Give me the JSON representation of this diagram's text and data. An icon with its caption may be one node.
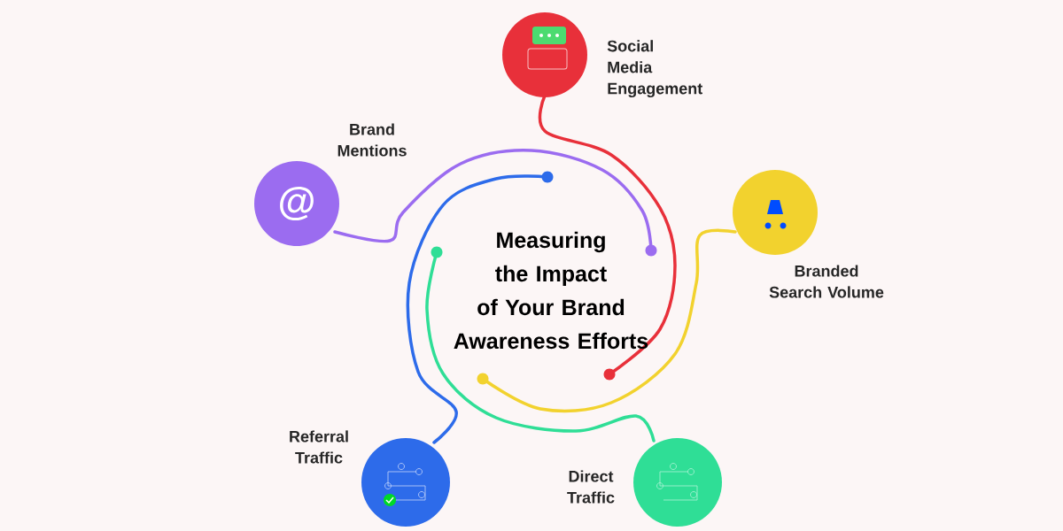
{
  "diagram": {
    "title": "Measuring the Impact of Your Brand Awareness Efforts",
    "nodes": [
      {
        "text": [],
        "shape": "circle",
        "beside": [
          "Social Media Engagement"
        ]
      },
      {
        "text": [
          "@"
        ],
        "beside": [
          "Brand Mentions"
        ]
      },
      {
        "text": [],
        "shape": "circle",
        "beside": [
          "Branded Search Volume"
        ]
      },
      {
        "text": [],
        "shape": "circle",
        "beside": [
          "Referral Traffic"
        ]
      },
      {
        "text": [],
        "shape": "circle",
        "beside": [
          "Direct Traffic"
        ]
      }
    ]
  }
}
